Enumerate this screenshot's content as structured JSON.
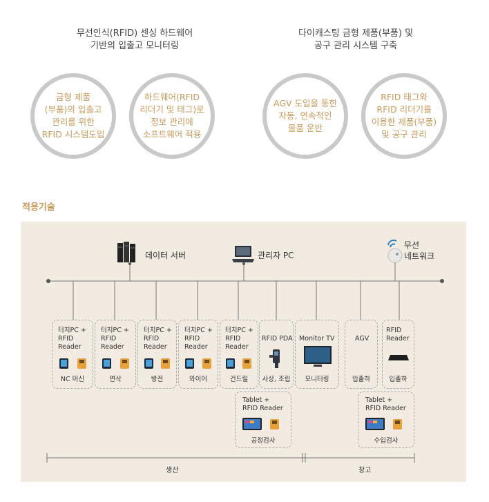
{
  "headers": {
    "left_title": "무선인식(RFID) 센싱 하드웨어\n기반의 입출고 모니터링",
    "right_title": "다이캐스팅 금형 제품(부품) 및\n공구 관리 시스템 구축"
  },
  "circles": [
    "금형 제품\n(부품)의 입출고\n관리를 위한\nRFID 시스템도입",
    "하드웨어(RFID\n리더기 및 태그)로\n정보 관리에\n소프트웨어 적용",
    "AGV 도입을 통한\n자동, 연속적인\n물품 운반",
    "RFID 태그와\nRFID 리더기를\n이용한 제품(부품)\n및 공구 관리"
  ],
  "section_title": "적용기술",
  "top_nodes": {
    "data_server": "데이터 서버",
    "admin_pc": "관리자 PC",
    "wireless": "무선\n네트워크"
  },
  "stations": [
    {
      "title": "터치PC +\nRFID\nReader",
      "caption": "NC 머신"
    },
    {
      "title": "터치PC +\nRFID\nReader",
      "caption": "면삭"
    },
    {
      "title": "터치PC +\nRFID\nReader",
      "caption": "방전"
    },
    {
      "title": "터치PC +\nRFID\nReader",
      "caption": "와이어"
    },
    {
      "title": "터치PC +\nRFID\nReader",
      "caption": "건드릴"
    },
    {
      "title": "RFID PDA",
      "caption": "사상, 조립"
    },
    {
      "title": "Monitor TV",
      "caption": "모니터링"
    },
    {
      "title": "AGV",
      "caption": "입출하"
    },
    {
      "title": "RFID\nReader",
      "caption": "입출하"
    }
  ],
  "tablet_boxes": [
    {
      "title": "Tablet +\nRFID Reader",
      "caption": "공정검사"
    },
    {
      "title": "Tablet +\nRFID Reader",
      "caption": "수입검사"
    }
  ],
  "bottom": {
    "production": "생산",
    "warehouse": "창고"
  },
  "colors": {
    "accent": "#c89a5a",
    "circle_border": "#c9c9c9",
    "panel_bg": "#f1ebe1",
    "line": "#777777"
  }
}
